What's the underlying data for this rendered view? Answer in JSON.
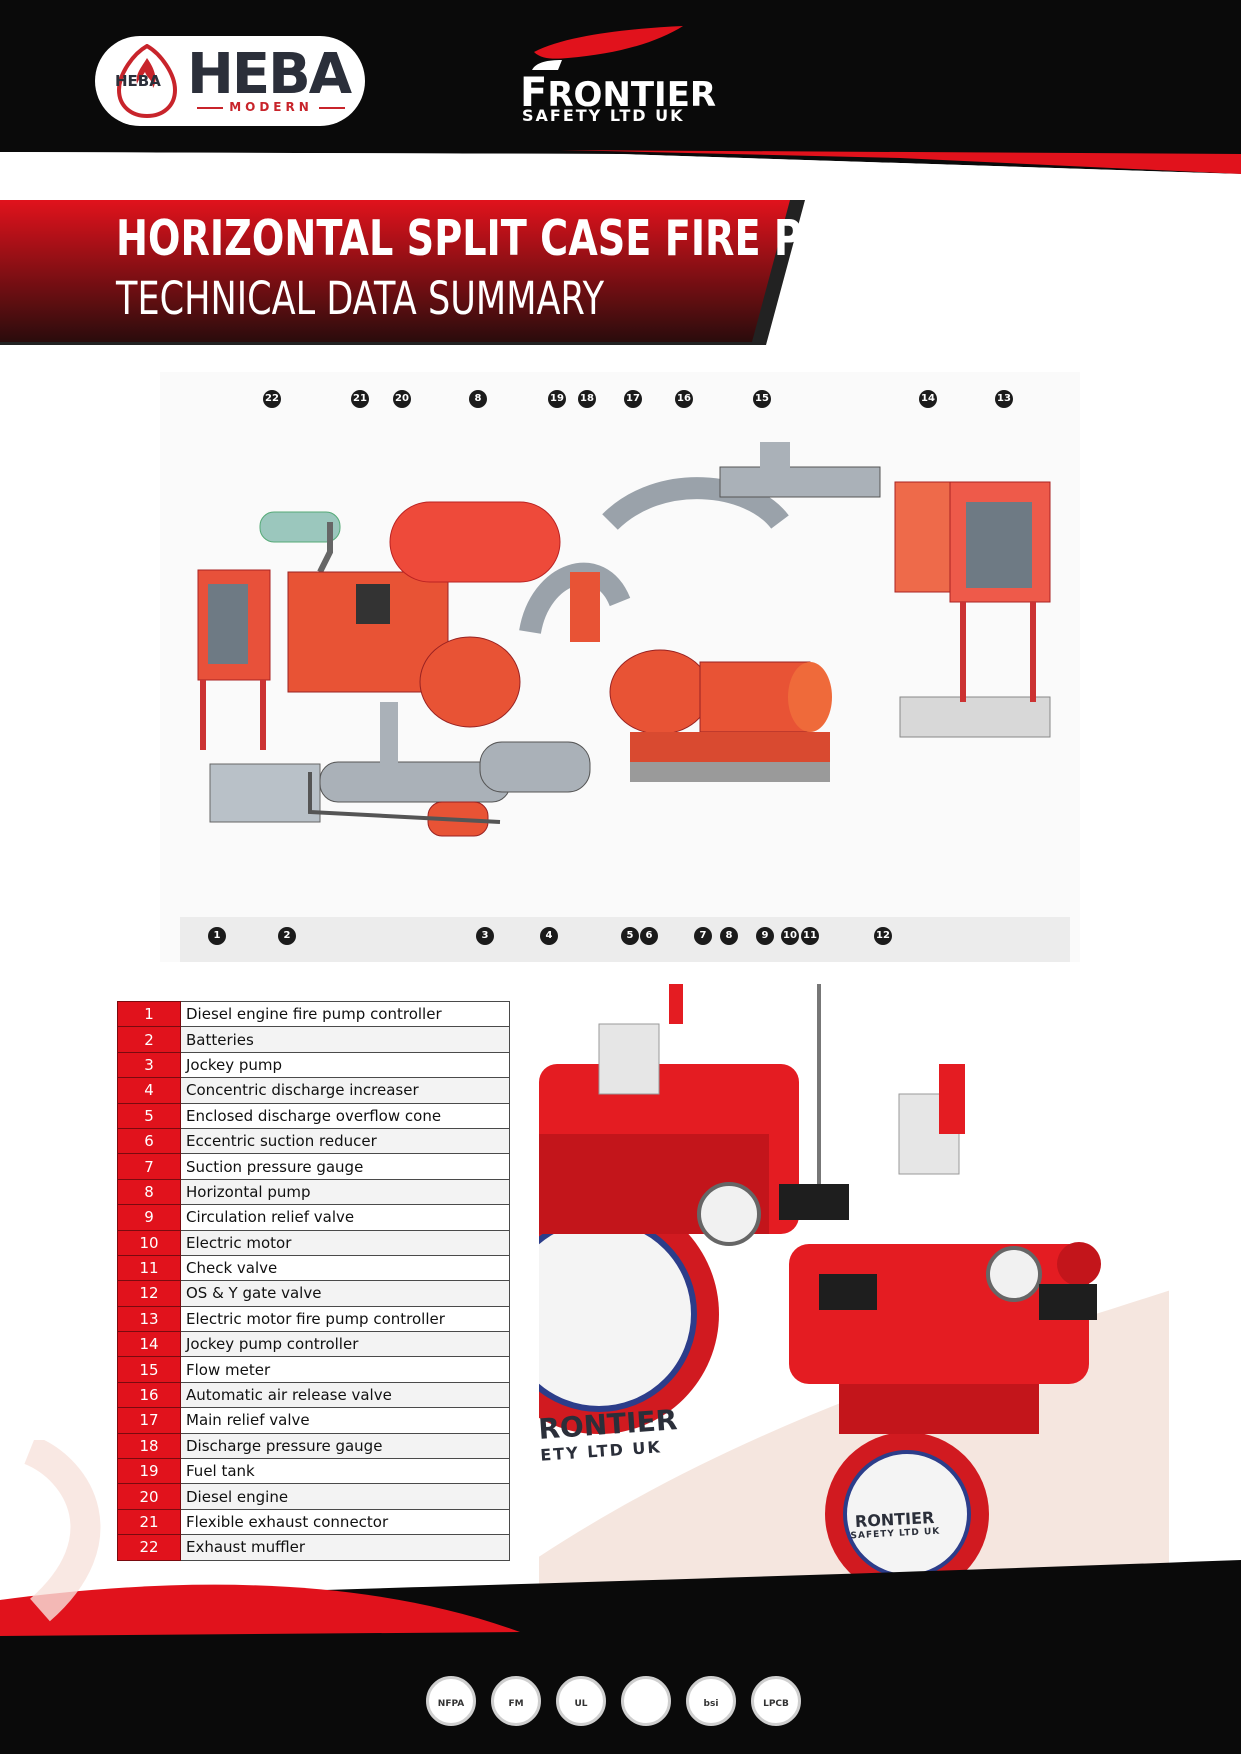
{
  "header": {
    "heba_logo": {
      "name": "HEBA",
      "sub": "MODERN",
      "badge_text": "HEBA"
    },
    "frontier_logo": {
      "name": "RONTIER",
      "sub": "SAFETY LTD UK"
    }
  },
  "title": {
    "main": "HORIZONTAL SPLIT CASE FIRE PUMP",
    "sub": "TECHNICAL DATA SUMMARY"
  },
  "diagram": {
    "top_callouts": [
      "22",
      "21",
      "20",
      "8",
      "19",
      "18",
      "17",
      "16",
      "15",
      "14",
      "13"
    ],
    "bottom_callouts": [
      "1",
      "2",
      "3",
      "4",
      "5",
      "6",
      "7",
      "8",
      "9",
      "10",
      "11",
      "12"
    ]
  },
  "legend": [
    {
      "num": "1",
      "label": "Diesel engine fire pump controller"
    },
    {
      "num": "2",
      "label": "Batteries"
    },
    {
      "num": "3",
      "label": "Jockey pump"
    },
    {
      "num": "4",
      "label": "Concentric discharge increaser"
    },
    {
      "num": "5",
      "label": "Enclosed discharge overflow cone"
    },
    {
      "num": "6",
      "label": "Eccentric suction reducer"
    },
    {
      "num": "7",
      "label": "Suction pressure gauge"
    },
    {
      "num": "8",
      "label": "Horizontal pump"
    },
    {
      "num": "9",
      "label": "Circulation relief valve"
    },
    {
      "num": "10",
      "label": "Electric motor"
    },
    {
      "num": "11",
      "label": "Check valve"
    },
    {
      "num": "12",
      "label": "OS & Y gate valve"
    },
    {
      "num": "13",
      "label": "Electric motor fire pump controller"
    },
    {
      "num": "14",
      "label": "Jockey pump controller"
    },
    {
      "num": "15",
      "label": "Flow meter"
    },
    {
      "num": "16",
      "label": "Automatic air release valve"
    },
    {
      "num": "17",
      "label": "Main relief valve"
    },
    {
      "num": "18",
      "label": "Discharge pressure gauge"
    },
    {
      "num": "19",
      "label": "Fuel tank"
    },
    {
      "num": "20",
      "label": "Diesel engine"
    },
    {
      "num": "21",
      "label": "Flexible exhaust connector"
    },
    {
      "num": "22",
      "label": "Exhaust muffler"
    }
  ],
  "photo": {
    "brand_large": "RONTIER",
    "brand_large_sub": "ETY LTD UK",
    "brand_small": "RONTIER",
    "brand_small_sub": "SAFETY LTD UK"
  },
  "certifications": [
    "NFPA",
    "FM",
    "UL",
    "",
    "bsi",
    "LPCB"
  ],
  "colors": {
    "brand_red": "#e1121c",
    "dark": "#0a0a0a"
  }
}
